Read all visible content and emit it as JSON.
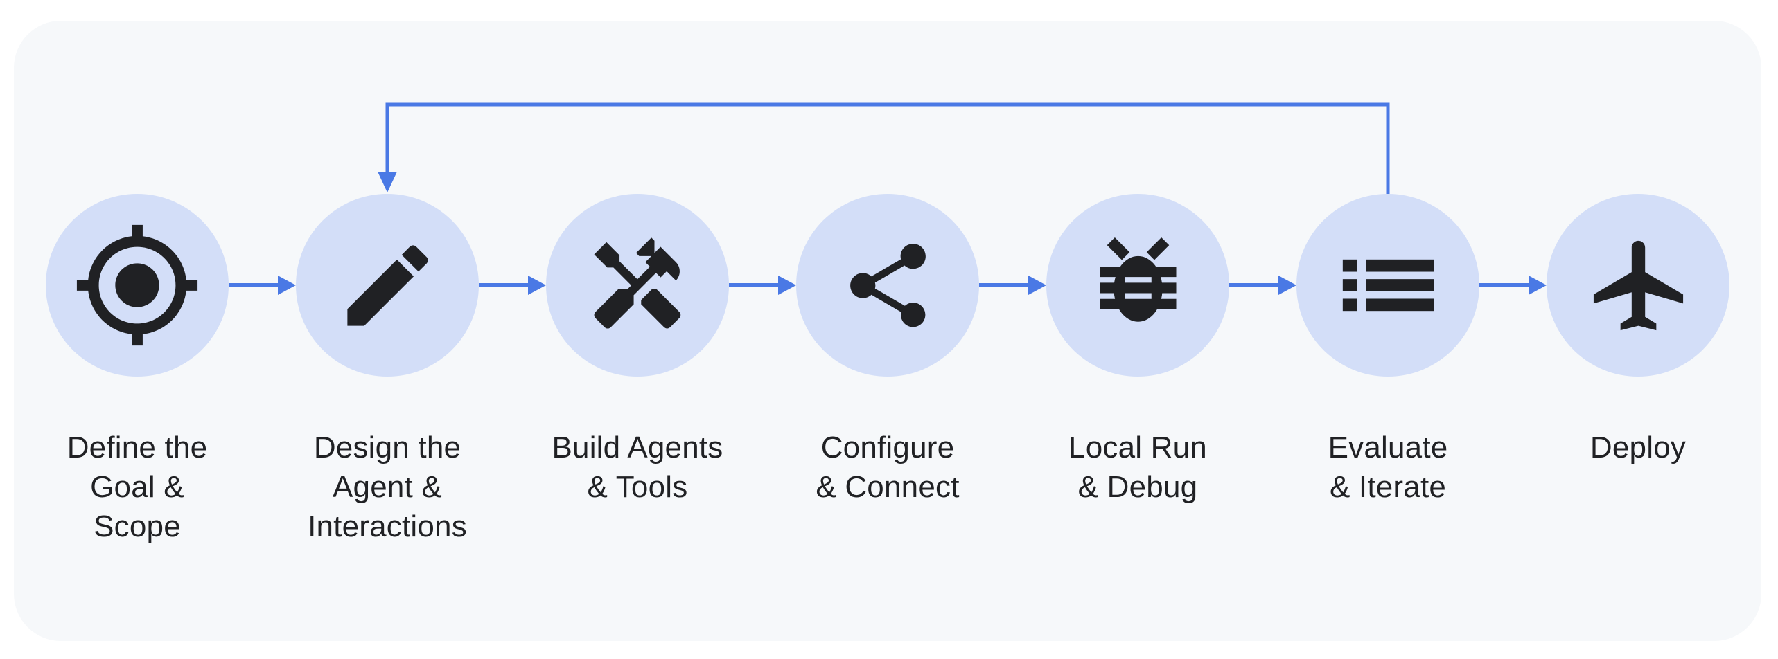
{
  "diagram": {
    "type": "flowchart",
    "direction": "left-to-right",
    "feedback_loop": {
      "from_step": "Evaluate & Iterate",
      "to_step": "Design the Agent & Interactions"
    }
  },
  "steps": [
    {
      "label": "Define the\nGoal &\nScope",
      "icon": "target-icon"
    },
    {
      "label": "Design the\nAgent &\nInteractions",
      "icon": "pencil-icon"
    },
    {
      "label": "Build Agents\n& Tools",
      "icon": "tools-icon"
    },
    {
      "label": "Configure\n& Connect",
      "icon": "share-icon"
    },
    {
      "label": "Local Run\n& Debug",
      "icon": "bug-icon"
    },
    {
      "label": "Evaluate\n& Iterate",
      "icon": "list-icon"
    },
    {
      "label": "Deploy",
      "icon": "airplane-icon"
    }
  ],
  "colors": {
    "page-bg": "#ffffff",
    "card-bg": "#f6f8fa",
    "circle-fill": "#d3def8",
    "icon-color": "#202124",
    "text-color": "#202124",
    "arrow-color": "#4a79e5"
  }
}
